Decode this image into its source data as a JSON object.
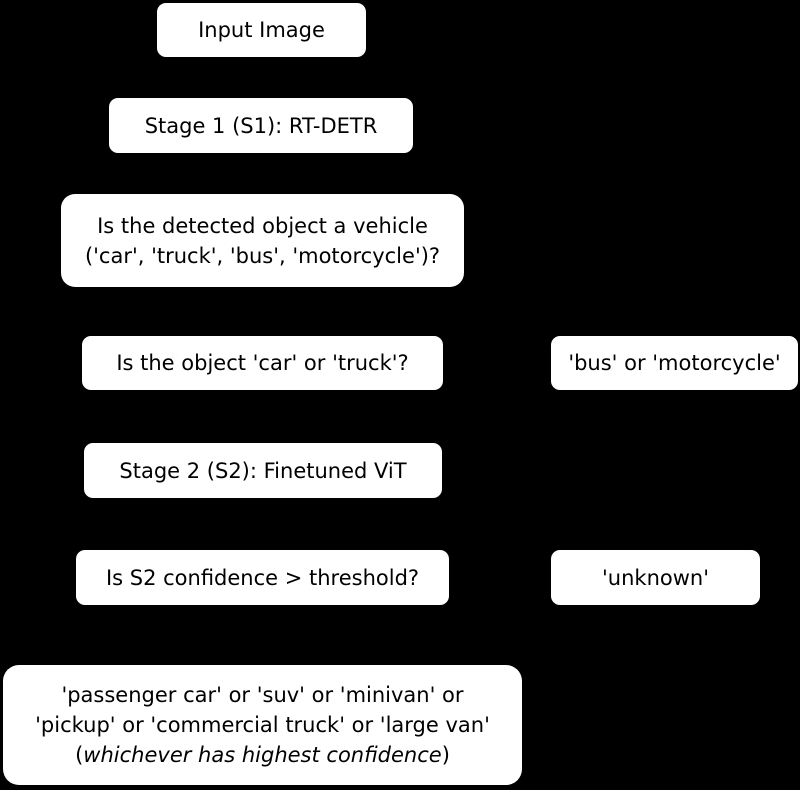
{
  "nodes": {
    "input_image": "Input Image",
    "stage1": "Stage 1 (S1): RT-DETR",
    "vehicle_question": {
      "line1": "Is the detected object a vehicle",
      "line2": "('car', 'truck', 'bus', 'motorcycle')?"
    },
    "car_truck_question": "Is the object 'car' or 'truck'?",
    "bus_motorcycle": "'bus' or 'motorcycle'",
    "stage2": "Stage 2 (S2): Finetuned ViT",
    "confidence_question": "Is S2 confidence > threshold?",
    "unknown": "'unknown'",
    "result": {
      "line1": "'passenger car' or 'suv' or 'minivan' or",
      "line2": "'pickup' or 'commercial truck' or 'large van'",
      "line3_open": "(",
      "line3_italic": "whichever has highest confidence",
      "line3_close": ")"
    }
  }
}
